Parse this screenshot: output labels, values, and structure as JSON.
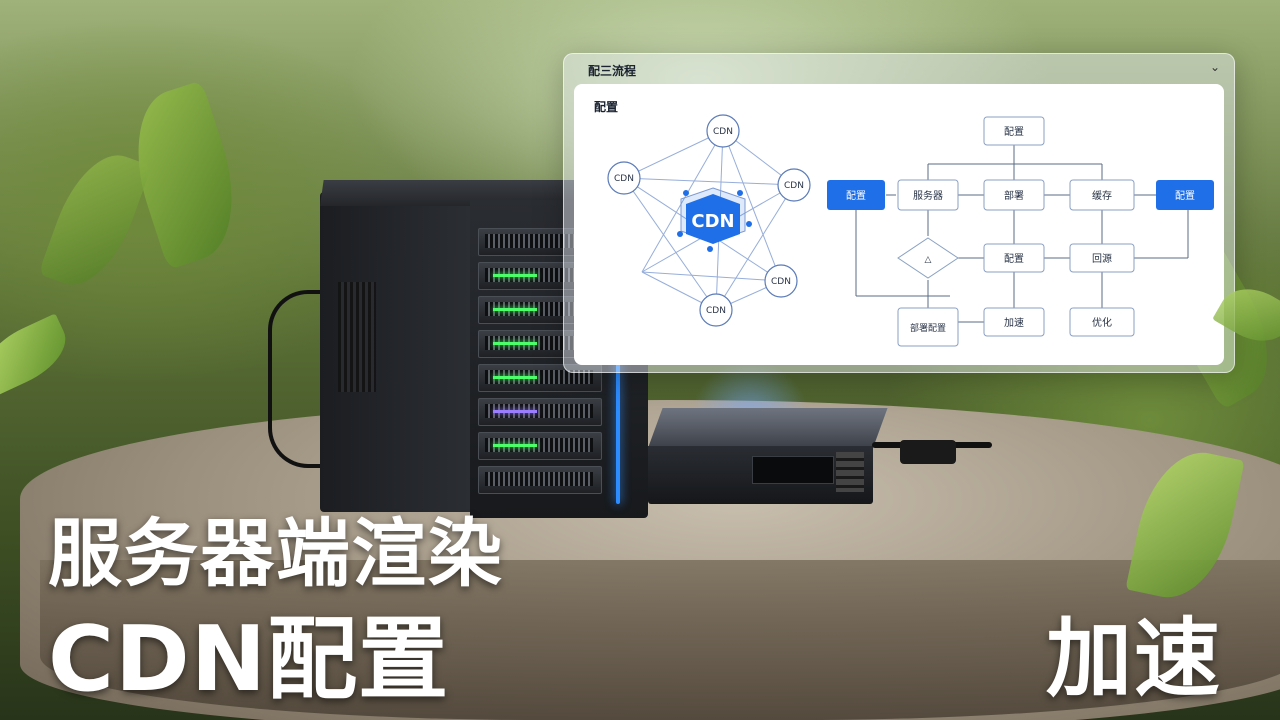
{
  "panel": {
    "title": "配三流程",
    "chevron": "⌄",
    "canvas_title": "配置",
    "network": {
      "center": "CDN",
      "nodes": [
        "CDN",
        "CDN",
        "CDN",
        "CDN",
        "CDN"
      ]
    },
    "flow": {
      "top": "配置",
      "left_primary": "配置",
      "right_primary": "配置",
      "row1": [
        "服务器",
        "部署",
        "缓存"
      ],
      "row2": [
        "配置",
        "回源"
      ],
      "row3": [
        "加速",
        "优化"
      ],
      "decision": "△",
      "bottom_left": "部署配置"
    }
  },
  "headline": {
    "line1": "服务器端渲染",
    "line2": "CDN配置",
    "line3": "加速"
  },
  "colors": {
    "accent_blue": "#1f6fe8",
    "hologram_line": "#7d9ad1",
    "node_border": "#8aa0c4",
    "server_light": "#2d8cff",
    "drive_led": "#4cff6a"
  }
}
